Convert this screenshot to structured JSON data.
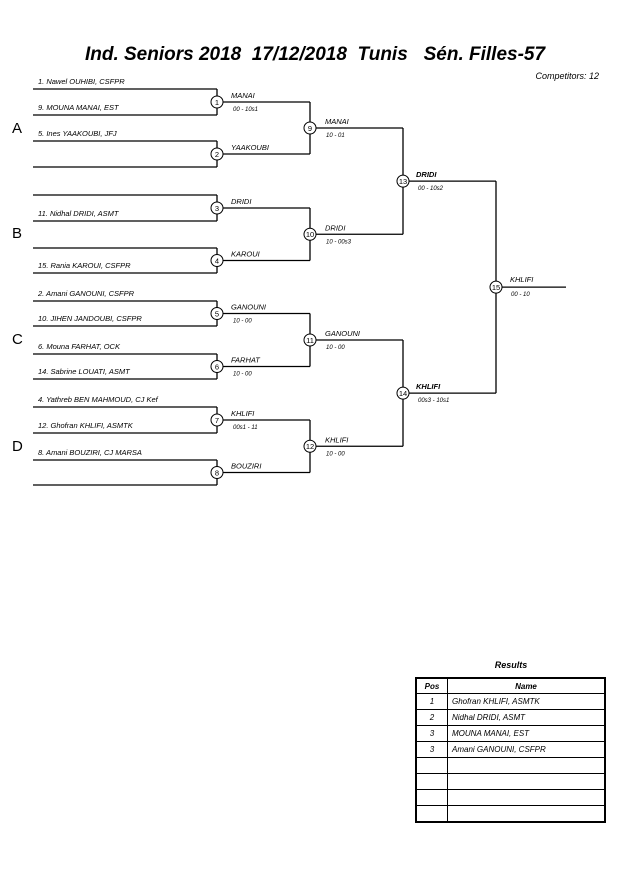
{
  "header": {
    "title": "Ind. Seniors 2018  17/12/2018  Tunis   Sén. Filles-57",
    "competitors": "Competitors: 12"
  },
  "pools": [
    "A",
    "B",
    "C",
    "D"
  ],
  "competitors": [
    "1. Nawel OUHIBI, CSFPR",
    "9. MOUNA MANAI, EST",
    "5. Ines YAAKOUBI, JFJ",
    "",
    "",
    "11. Nidhal DRIDI, ASMT",
    "",
    "15. Rania KAROUI, CSFPR",
    "2. Amani GANOUNI, CSFPR",
    "10. JIHEN JANDOUBI, CSFPR",
    "6. Mouna FARHAT, OCK",
    "14. Sabrine LOUATI, ASMT",
    "4. Yathreb BEN MAHMOUD, CJ Kef",
    "12. Ghofran KHLIFI, ASMTK",
    "8. Amani BOUZIRI, CJ MARSA",
    ""
  ],
  "matches": [
    {
      "num": "1",
      "winner": "MANAI",
      "score": "00 - 10s1"
    },
    {
      "num": "2",
      "winner": "YAAKOUBI",
      "score": ""
    },
    {
      "num": "3",
      "winner": "DRIDI",
      "score": ""
    },
    {
      "num": "4",
      "winner": "KAROUI",
      "score": ""
    },
    {
      "num": "5",
      "winner": "GANOUNI",
      "score": "10 - 00"
    },
    {
      "num": "6",
      "winner": "FARHAT",
      "score": "10 - 00"
    },
    {
      "num": "7",
      "winner": "KHLIFI",
      "score": "00s1 - 11"
    },
    {
      "num": "8",
      "winner": "BOUZIRI",
      "score": ""
    },
    {
      "num": "9",
      "winner": "MANAI",
      "score": "10 - 01"
    },
    {
      "num": "10",
      "winner": "DRIDI",
      "score": "10 - 00s3"
    },
    {
      "num": "11",
      "winner": "GANOUNI",
      "score": "10 - 00"
    },
    {
      "num": "12",
      "winner": "KHLIFI",
      "score": "10 - 00"
    },
    {
      "num": "13",
      "winner": "DRIDI",
      "score": "00 - 10s2"
    },
    {
      "num": "14",
      "winner": "KHLIFI",
      "score": "00s3 - 10s1"
    },
    {
      "num": "15",
      "winner": "KHLIFI",
      "score": "00 - 10"
    }
  ],
  "results": {
    "title": "Results",
    "headers": {
      "pos": "Pos",
      "name": "Name"
    },
    "rows": [
      {
        "pos": "1",
        "name": "Ghofran KHLIFI, ASMTK"
      },
      {
        "pos": "2",
        "name": "Nidhal DRIDI, ASMT"
      },
      {
        "pos": "3",
        "name": "MOUNA MANAI, EST"
      },
      {
        "pos": "3",
        "name": "Amani GANOUNI, CSFPR"
      },
      {
        "pos": "",
        "name": ""
      },
      {
        "pos": "",
        "name": ""
      },
      {
        "pos": "",
        "name": ""
      },
      {
        "pos": "",
        "name": ""
      }
    ]
  }
}
